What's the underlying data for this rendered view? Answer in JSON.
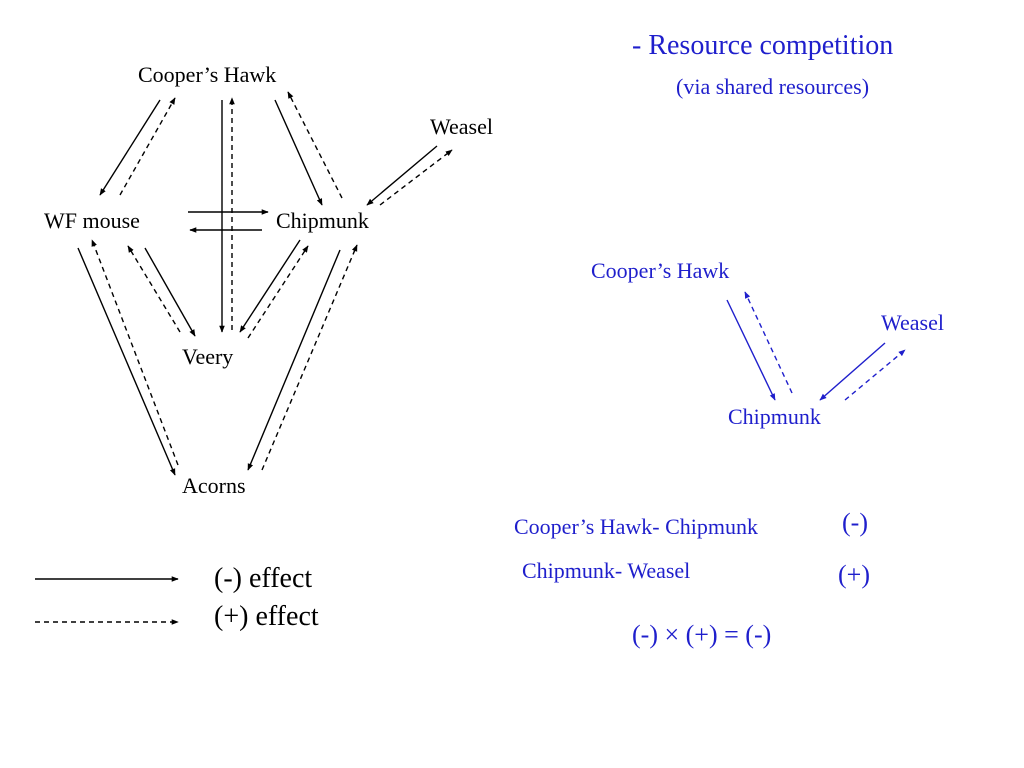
{
  "title": {
    "line1": "- Resource competition",
    "line2": "(via shared resources)"
  },
  "web": {
    "nodes": {
      "coopers_hawk": "Cooper’s Hawk",
      "weasel": "Weasel",
      "wf_mouse": "WF mouse",
      "chipmunk": "Chipmunk",
      "veery": "Veery",
      "acorns": "Acorns"
    }
  },
  "subweb": {
    "coopers_hawk": "Cooper’s Hawk",
    "weasel": "Weasel",
    "chipmunk": "Chipmunk"
  },
  "legend": {
    "negative": "(-) effect",
    "positive": "(+) effect"
  },
  "interactions": {
    "hawk_chipmunk": {
      "label": "Cooper’s Hawk- Chipmunk",
      "sign": "(-)"
    },
    "chipmunk_weasel": {
      "label": "Chipmunk- Weasel",
      "sign": "(+)"
    },
    "equation": "(-) × (+) = (-)"
  },
  "colors": {
    "black": "#000000",
    "blue": "#1f1fcc"
  }
}
